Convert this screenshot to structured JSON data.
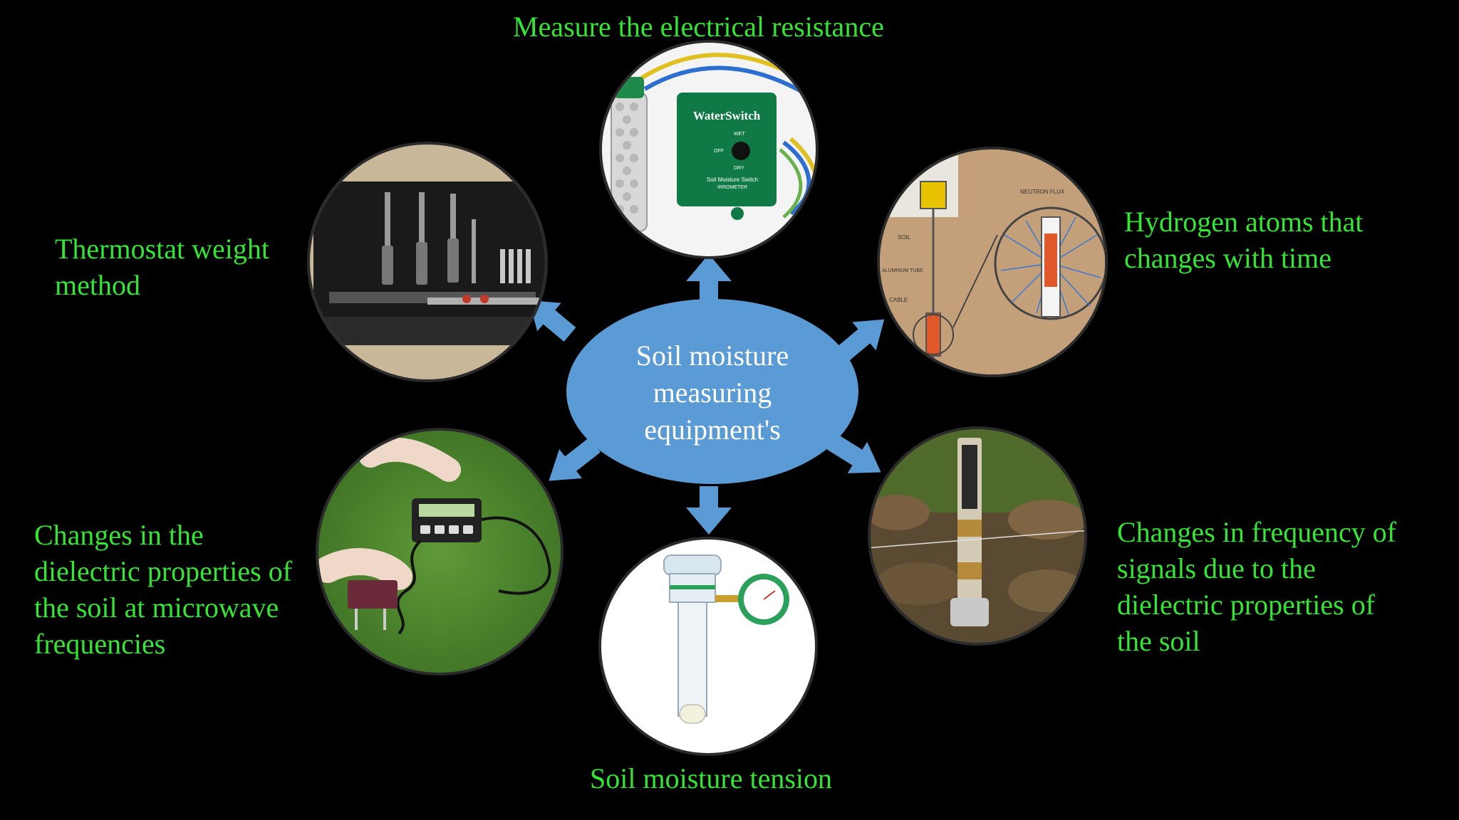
{
  "center": {
    "lines": [
      "Soil moisture",
      "measuring",
      "equipment's"
    ]
  },
  "methods": {
    "top": {
      "lines": [
        "Measure the electrical resistance"
      ]
    },
    "upper_left": {
      "lines": [
        "Thermostat weight",
        "method"
      ]
    },
    "upper_right": {
      "lines": [
        "Hydrogen atoms that",
        "changes with time"
      ]
    },
    "lower_left": {
      "lines": [
        "Changes in the",
        "dielectric properties of",
        "the soil at microwave",
        "frequencies"
      ]
    },
    "lower_right": {
      "lines": [
        "Changes in frequency of",
        "signals due to the",
        "dielectric properties of",
        "the soil"
      ]
    },
    "bottom": {
      "lines": [
        "Soil moisture tension"
      ]
    }
  },
  "devices": {
    "water_switch": {
      "brand": "WaterSwitch",
      "caption": "Soil Moisture Switch",
      "maker": "IRROMETER",
      "dial": [
        "OFF",
        "WET",
        "DRY"
      ]
    },
    "neutron_probe": {
      "labels": [
        "SOIL",
        "ALUMINUM TUBE",
        "CABLE",
        "NEUTRON FLUX"
      ]
    }
  },
  "colors": {
    "background": "#000000",
    "label_text": "#33e633",
    "center_fill": "#5b9bd5",
    "arrow": "#5b9bd5",
    "circle_border": "#2b2b2b"
  }
}
